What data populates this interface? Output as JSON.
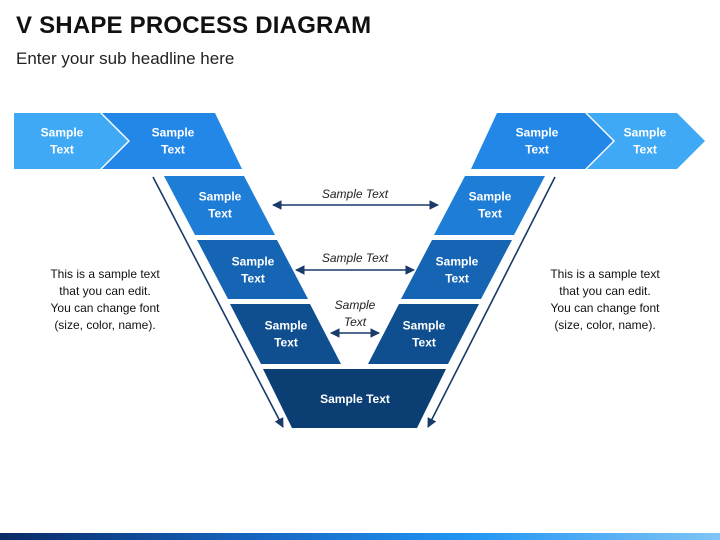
{
  "header": {
    "title": "V SHAPE PROCESS DIAGRAM",
    "subtitle": "Enter your sub headline here"
  },
  "colors": {
    "chevron_light": "#3fa9f5",
    "chevron_mid": "#2387e8",
    "row1": "#1e7dd6",
    "row2": "#1565b4",
    "row3": "#0f4f8f",
    "bottom": "#0b3e72",
    "arrow": "#1a3a6a",
    "text_light": "#ffffff"
  },
  "diagram": {
    "top_left_chevron_1": {
      "label": "Sample\nText"
    },
    "top_left_chevron_2": {
      "label": "Sample\nText"
    },
    "top_right_chevron_1": {
      "label": "Sample\nText"
    },
    "top_right_chevron_2": {
      "label": "Sample\nText"
    },
    "left_step_1": {
      "label": "Sample\nText"
    },
    "left_step_2": {
      "label": "Sample\nText"
    },
    "left_step_3": {
      "label": "Sample\nText"
    },
    "right_step_1": {
      "label": "Sample\nText"
    },
    "right_step_2": {
      "label": "Sample\nText"
    },
    "right_step_3": {
      "label": "Sample\nText"
    },
    "bottom_step": {
      "label": "Sample Text"
    },
    "connector_1": {
      "label": "Sample Text"
    },
    "connector_2": {
      "label": "Sample Text"
    },
    "connector_3": {
      "label": "Sample\nText"
    }
  },
  "notes": {
    "left": "This is a sample text\nthat you can edit.\nYou can change font\n(size, color, name).",
    "right": "This is a sample text\nthat you can edit.\nYou can change font\n(size, color, name)."
  }
}
